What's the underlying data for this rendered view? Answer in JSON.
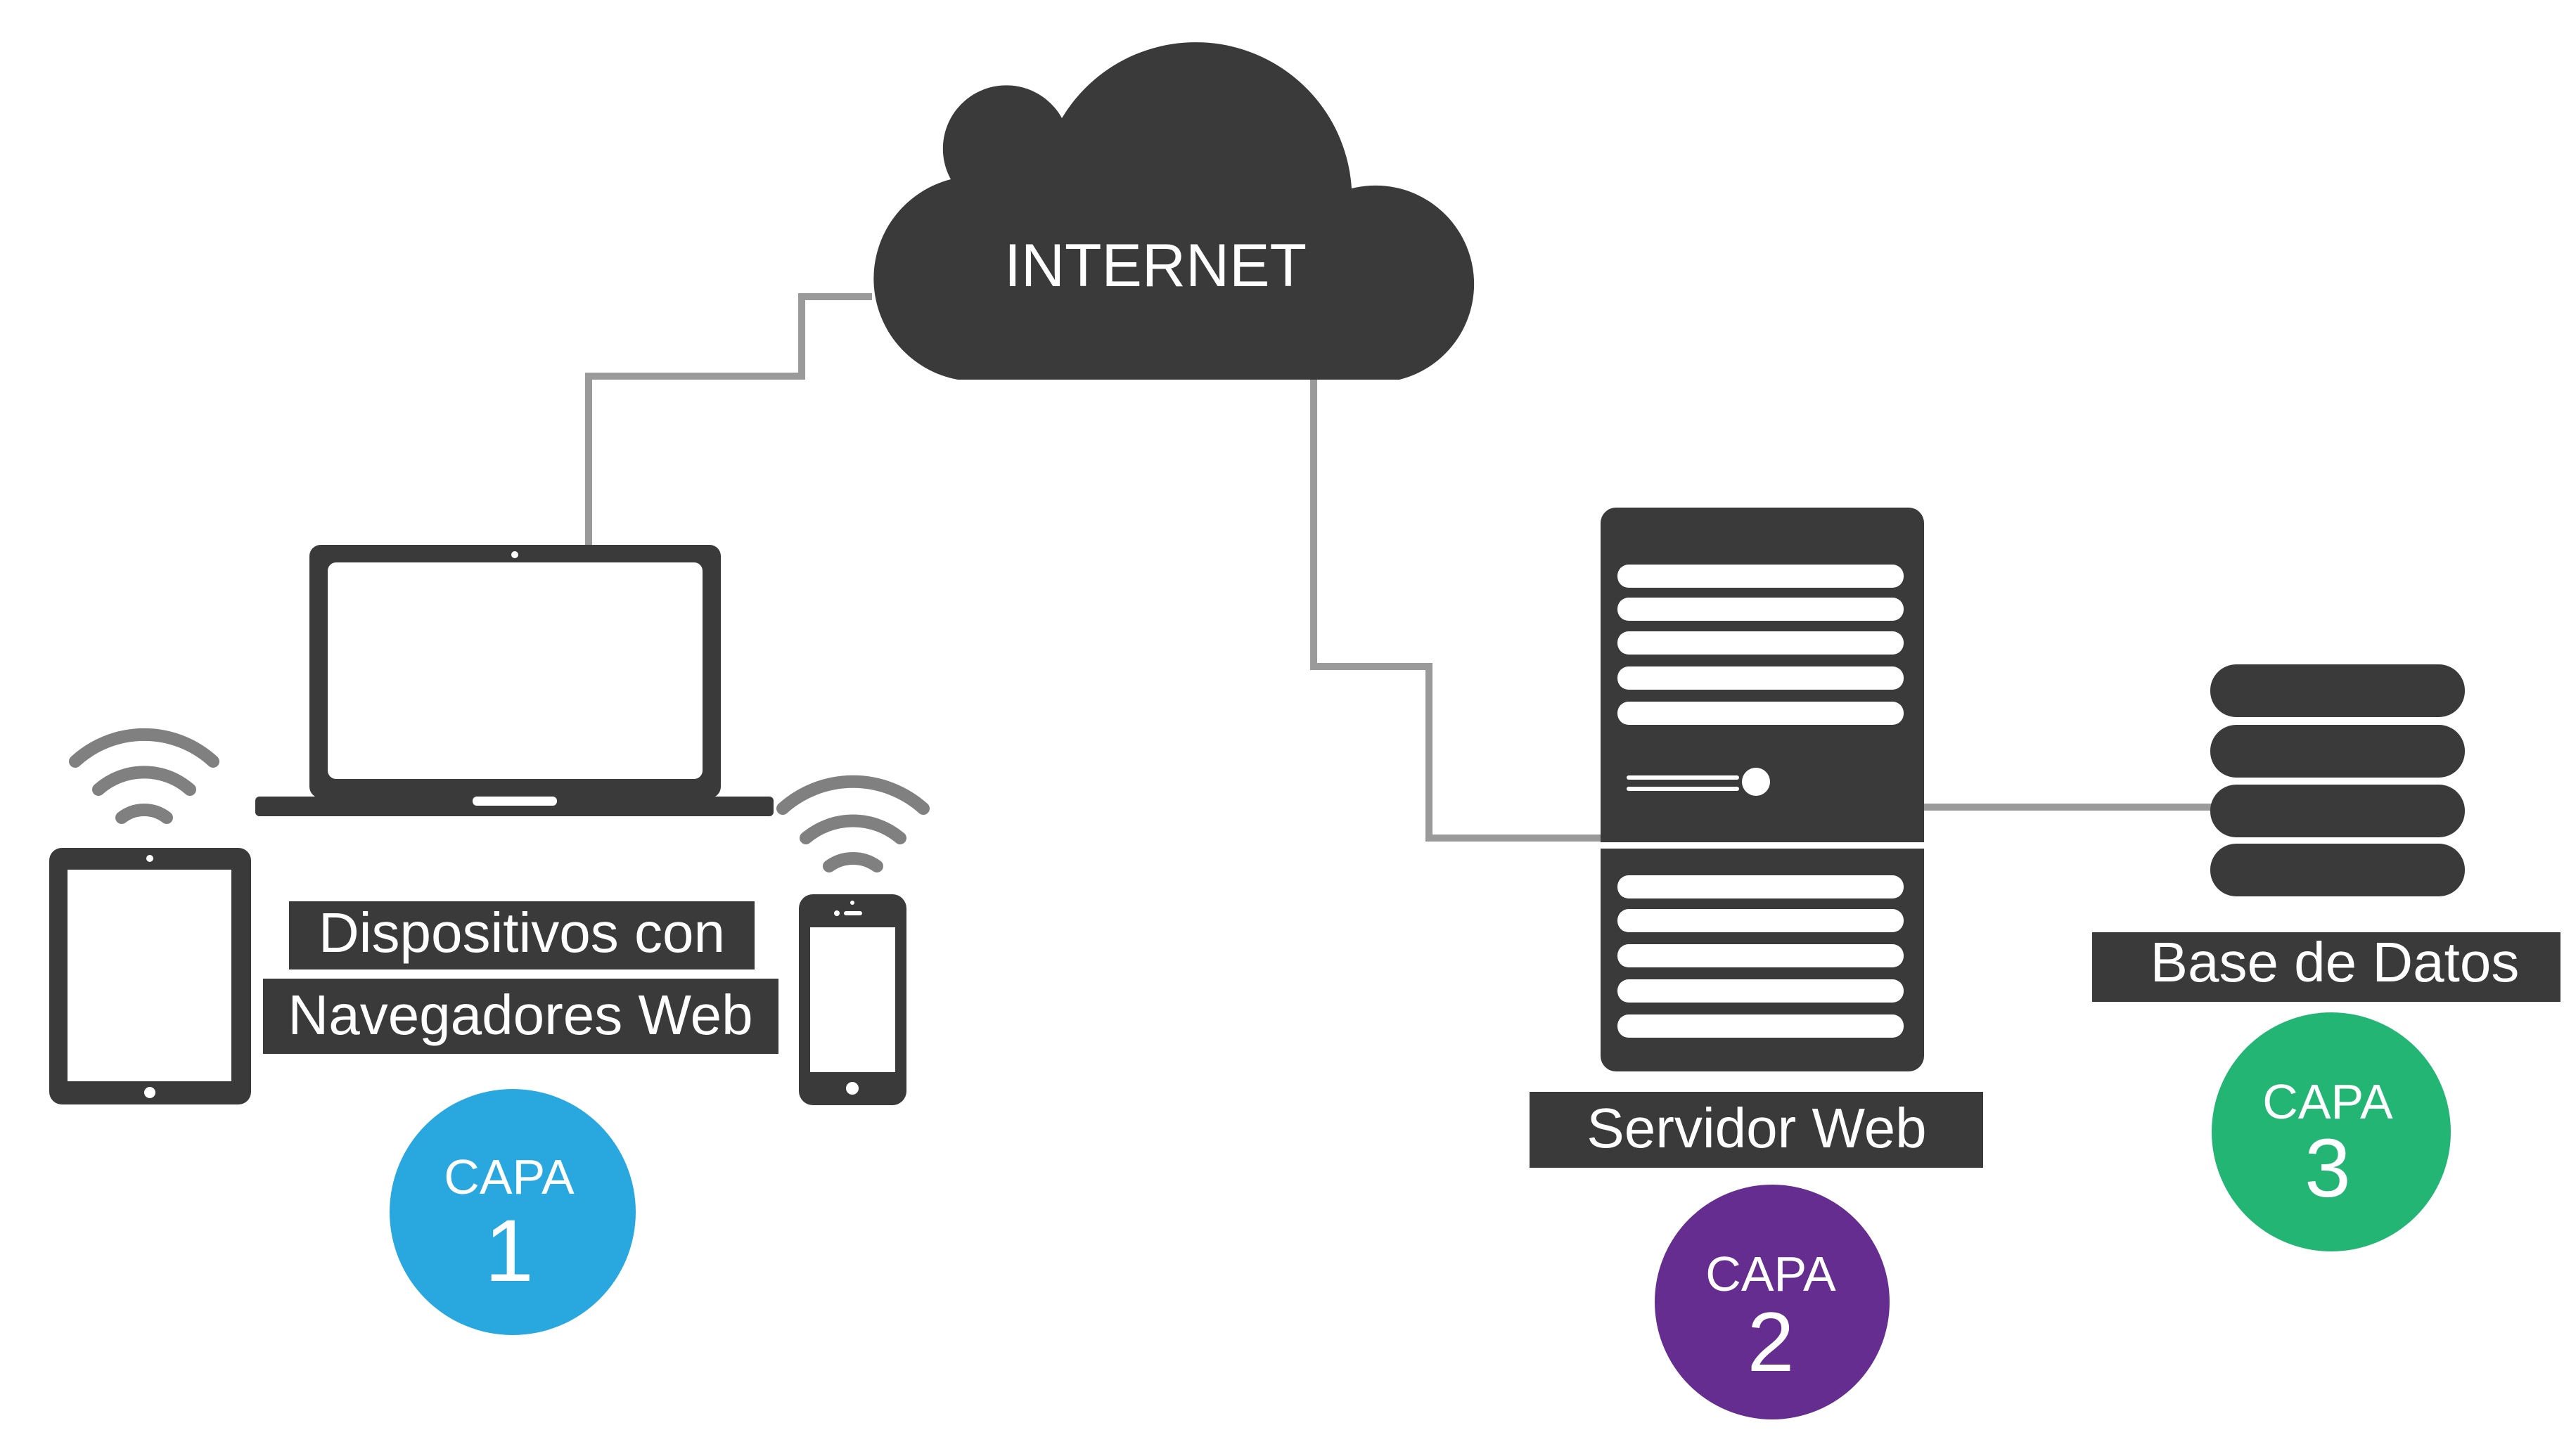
{
  "colors": {
    "device": "#3a3a3a",
    "connector": "#9a9a9a",
    "wifi": "#808080",
    "label_bg": "#3a3a3a",
    "label_text": "#ffffff",
    "capa1": "#29a8e0",
    "capa2": "#662d91",
    "capa3": "#22b573"
  },
  "cloud": {
    "label": "INTERNET",
    "icon": "cloud-icon"
  },
  "clients": {
    "label_line1": "Dispositivos con",
    "label_line2": "Navegadores Web",
    "icons": [
      "laptop-icon",
      "tablet-icon",
      "smartphone-icon",
      "wifi-icon"
    ]
  },
  "server": {
    "label": "Servidor Web",
    "icon": "server-tower-icon"
  },
  "database": {
    "label": "Base de Datos",
    "icon": "database-stack-icon"
  },
  "layers": [
    {
      "word": "CAPA",
      "number": "1"
    },
    {
      "word": "CAPA",
      "number": "2"
    },
    {
      "word": "CAPA",
      "number": "3"
    }
  ]
}
